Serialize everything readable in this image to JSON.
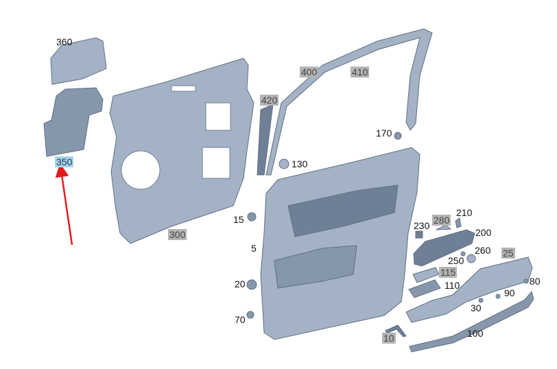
{
  "diagram": {
    "selected_part": "350",
    "highlight_color": "#a9d4e8",
    "arrow_color": "#e31b1b",
    "part_color": "#8797ab",
    "labels": {
      "l360": "360",
      "l350": "350",
      "l300": "300",
      "l400": "400",
      "l410": "410",
      "l420": "420",
      "l170": "170",
      "l130": "130",
      "l15": "15",
      "l5": "5",
      "l20": "20",
      "l70": "70",
      "l230": "230",
      "l280": "280",
      "l210": "210",
      "l200": "200",
      "l260": "260",
      "l250": "250",
      "l25": "25",
      "l115": "115",
      "l110": "110",
      "l80": "80",
      "l90": "90",
      "l30": "30",
      "l100": "100",
      "l10": "10"
    }
  }
}
